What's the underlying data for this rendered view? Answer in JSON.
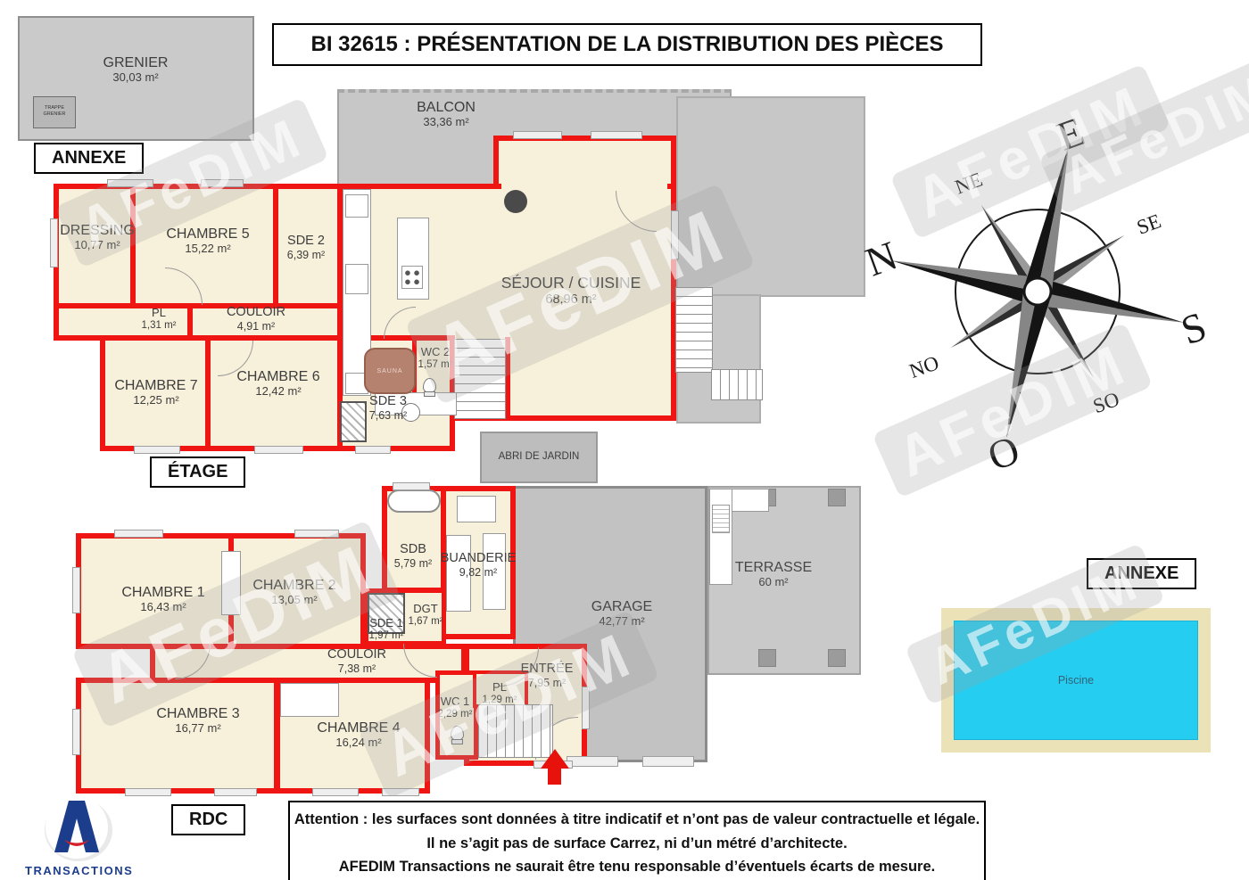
{
  "title": "BI 32615 : PRÉSENTATION DE LA DISTRIBUTION DES PIÈCES",
  "watermark": "AFeDIM",
  "annexe_grenier": {
    "box_label": "ANNEXE",
    "room": {
      "name": "GRENIER",
      "area": "30,03 m²"
    },
    "hatch": {
      "line1": "TRAPPE",
      "line2": "GRENIER"
    }
  },
  "etage": {
    "box_label": "ÉTAGE",
    "balcon": {
      "name": "BALCON",
      "area": "33,36 m²"
    },
    "rooms": [
      {
        "name": "DRESSING",
        "area": "10,77 m²"
      },
      {
        "name": "CHAMBRE 5",
        "area": "15,22 m²"
      },
      {
        "name": "SDE 2",
        "area": "6,39 m²"
      },
      {
        "name": "SÉJOUR / CUISINE",
        "area": "68,96 m²"
      },
      {
        "name": "PL",
        "area": "1,31 m²"
      },
      {
        "name": "COULOIR",
        "area": "4,91 m²"
      },
      {
        "name": "CHAMBRE 7",
        "area": "12,25 m²"
      },
      {
        "name": "CHAMBRE 6",
        "area": "12,42 m²"
      },
      {
        "name": "WC 2",
        "area": "1,57 m²"
      },
      {
        "name": "SDE 3",
        "area": "7,63 m²"
      },
      {
        "name": "SAUNA",
        "area": ""
      }
    ]
  },
  "abri_de_jardin": "ABRI DE JARDIN",
  "rdc": {
    "box_label": "RDC",
    "rooms": [
      {
        "name": "CHAMBRE 1",
        "area": "16,43 m²"
      },
      {
        "name": "CHAMBRE 2",
        "area": "13,05 m²"
      },
      {
        "name": "SDB",
        "area": "5,79 m²"
      },
      {
        "name": "BUANDERIE",
        "area": "9,82 m²"
      },
      {
        "name": "SDE 1",
        "area": "1,97 m²"
      },
      {
        "name": "DGT",
        "area": "1,67 m²"
      },
      {
        "name": "COULOIR",
        "area": "7,38 m²"
      },
      {
        "name": "ENTRÉE",
        "area": "7,95 m²"
      },
      {
        "name": "PL",
        "area": "1,29 m²"
      },
      {
        "name": "WC 1",
        "area": "2,29 m²"
      },
      {
        "name": "CHAMBRE 3",
        "area": "16,77 m²"
      },
      {
        "name": "CHAMBRE 4",
        "area": "16,24 m²"
      },
      {
        "name": "GARAGE",
        "area": "42,77 m²"
      },
      {
        "name": "TERRASSE",
        "area": "60 m²"
      }
    ]
  },
  "annexe_piscine": {
    "box_label": "ANNEXE",
    "room": {
      "name": "Piscine"
    }
  },
  "compass": {
    "n": "N",
    "ne": "NE",
    "e": "E",
    "se": "SE",
    "s": "S",
    "so": "SO",
    "o": "O",
    "no": "NO"
  },
  "warning": {
    "line1": "Attention : les surfaces sont données à titre indicatif et n’ont pas de valeur contractuelle et légale.",
    "line2": "Il ne s’agit pas de surface Carrez, ni d’un métré d’architecte.",
    "line3": "AFEDIM Transactions ne saurait être tenu responsable d’éventuels écarts de mesure."
  },
  "logo": {
    "brand": "TRANSACTIONS"
  },
  "colors": {
    "wall_red": "#ee1512",
    "floor_cream": "#f7f0da",
    "annex_gray": "#c7c7c7",
    "pool_cyan": "#25cdf0",
    "logo_blue": "#1c3d8c"
  }
}
